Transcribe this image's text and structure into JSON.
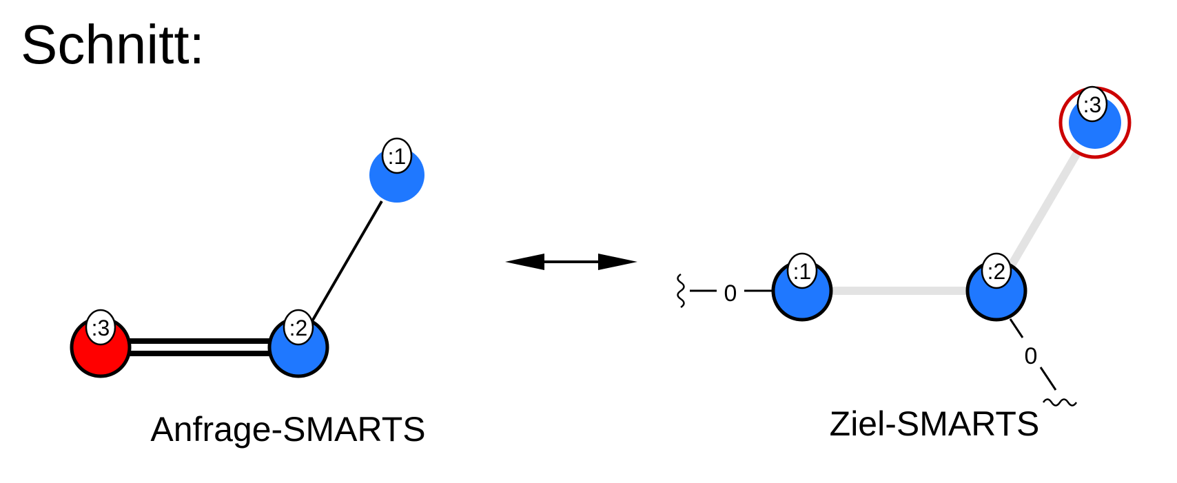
{
  "title": "Schnitt:",
  "query": {
    "caption": "Anfrage-SMARTS",
    "atoms": [
      {
        "map_label": ":1",
        "color": "#1f78ff",
        "outlined": false
      },
      {
        "map_label": ":2",
        "color": "#1f78ff",
        "outlined": true
      },
      {
        "map_label": ":3",
        "color": "#ff0000",
        "outlined": true
      }
    ],
    "bonds": [
      {
        "from": ":1",
        "to": ":2",
        "order": "single"
      },
      {
        "from": ":2",
        "to": ":3",
        "order": "double"
      }
    ]
  },
  "target": {
    "caption": "Ziel-SMARTS",
    "atoms": [
      {
        "map_label": ":1",
        "color": "#1f78ff",
        "outlined": true
      },
      {
        "map_label": ":2",
        "color": "#1f78ff",
        "outlined": true
      },
      {
        "map_label": ":3",
        "color": "#1f78ff",
        "outlined": false,
        "highlight_ring": "#cc0000"
      }
    ],
    "bonds": [
      {
        "from": ":1",
        "to": ":2",
        "style": "cut"
      },
      {
        "from": ":2",
        "to": ":3",
        "style": "cut"
      }
    ],
    "attachment_labels": [
      "0",
      "0"
    ]
  },
  "arrow": "double-headed",
  "colors": {
    "atom_blue": "#1f78ff",
    "atom_red": "#ff0000",
    "highlight_ring": "#cc0000",
    "cut_bond": "#e3e3e3",
    "stroke": "#000000"
  }
}
